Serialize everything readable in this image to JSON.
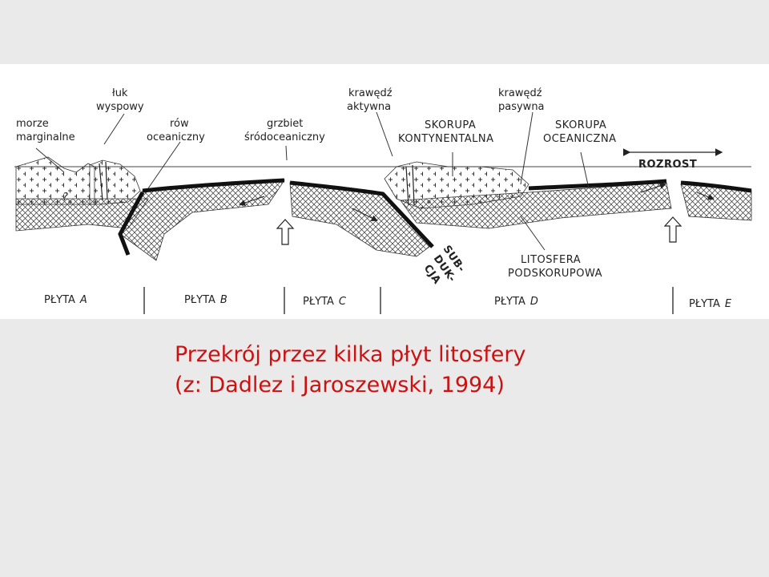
{
  "caption": {
    "line1": "Przekrój przez kilka płyt litosfery",
    "line2": "(z: Dadlez i Jaroszewski, 1994)"
  },
  "diagram": {
    "labels": {
      "morze_marginalne": [
        "morze",
        "marginalne"
      ],
      "luk_wyspowy": [
        "łuk",
        "wyspowy"
      ],
      "row_oceaniczny": [
        "rów",
        "oceaniczny"
      ],
      "grzbiet_srodoceaniczny": [
        "grzbiet",
        "śródoceaniczny"
      ],
      "krawedz_aktywna": [
        "krawędź",
        "aktywna"
      ],
      "krawedz_pasywna": [
        "krawędź",
        "pasywna"
      ],
      "skorupa_kontynentalna": [
        "SKORUPA",
        "KONTYNENTALNA"
      ],
      "skorupa_oceaniczna": [
        "SKORUPA",
        "OCEANICZNA"
      ],
      "rozrost": "ROZROST",
      "subdukcja": [
        "SUB-",
        "DUK-",
        "CJA"
      ],
      "litosfera_podskorupowa": [
        "LITOSFERA",
        "PODSKORUPOWA"
      ],
      "question_mark": "?"
    },
    "plates": [
      {
        "prefix": "PŁYTA",
        "letter": "A"
      },
      {
        "prefix": "PŁYTA",
        "letter": "B"
      },
      {
        "prefix": "PŁYTA",
        "letter": "C"
      },
      {
        "prefix": "PŁYTA",
        "letter": "D"
      },
      {
        "prefix": "PŁYTA",
        "letter": "E"
      }
    ]
  }
}
